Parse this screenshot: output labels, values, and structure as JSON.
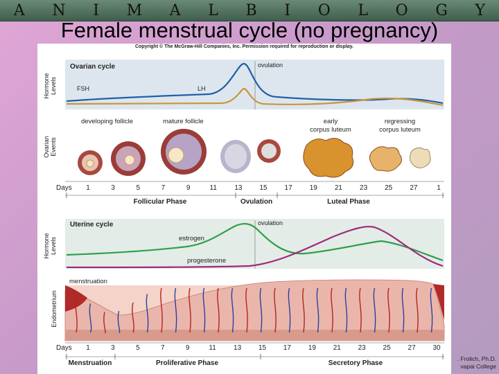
{
  "banner": {
    "glyphs": "A N I M A L B I O L O G Y"
  },
  "title": "Female menstrual cycle (no pregnancy)",
  "copyright": "Copyright © The McGraw-Hill Companies, Inc. Permission required for reproduction or display.",
  "credit": {
    "line1": ". Frolich, Ph.D.",
    "line2": "vapai College"
  },
  "colors": {
    "fsh": "#1f5fa8",
    "lh": "#c8963a",
    "estrogen": "#2e9e4a",
    "progesterone": "#a0287c",
    "panel": "#dde6ee"
  },
  "ovarian": {
    "axis_label_1": "Hormone",
    "axis_label_2": "Levels",
    "panel_title": "Ovarian cycle",
    "ovulation": "ovulation",
    "fsh": "FSH",
    "lh": "LH",
    "events_label_1": "Ovarian",
    "events_label_2": "Events",
    "developing": "developing follicle",
    "mature": "mature follicle",
    "early_1": "early",
    "early_2": "corpus luteum",
    "regressing_1": "regressing",
    "regressing_2": "corpus luteum",
    "days_label": "Days",
    "days": [
      "1",
      "3",
      "5",
      "7",
      "9",
      "11",
      "13",
      "15",
      "17",
      "19",
      "21",
      "23",
      "25",
      "27",
      "1"
    ],
    "phases": [
      "Follicular Phase",
      "Ovulation",
      "Luteal Phase"
    ]
  },
  "uterine": {
    "axis_label_1": "Hormone",
    "axis_label_2": "Levels",
    "panel_title": "Uterine cycle",
    "ovulation": "ovulation",
    "estrogen": "estrogen",
    "progesterone": "progesterone",
    "menstruation": "menstruation",
    "endometrium": "Endometrium",
    "days_label": "Days",
    "days": [
      "1",
      "3",
      "5",
      "7",
      "9",
      "11",
      "13",
      "15",
      "17",
      "19",
      "21",
      "23",
      "25",
      "27",
      "30"
    ],
    "phases": [
      "Menstruation",
      "Proliferative Phase",
      "Secretory Phase"
    ]
  }
}
